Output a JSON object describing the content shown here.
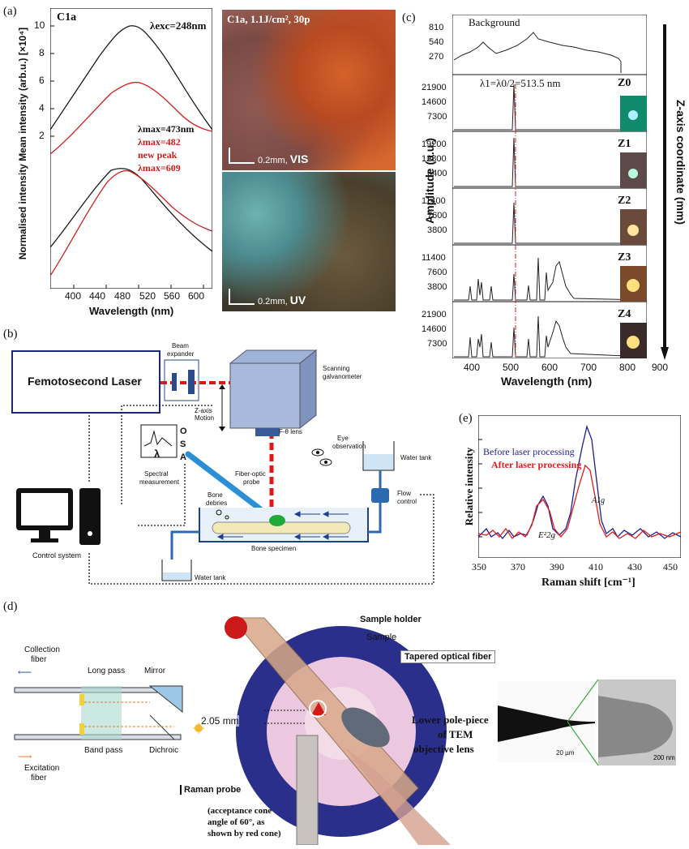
{
  "panels": {
    "a": {
      "letter": "(a)",
      "sample_label": "C1a",
      "lambda_exc": "λexc=248nm",
      "y_label": "Normalised intensity Mean intensity (arb.u.) [×10⁴]",
      "x_label": "Wavelength (nm)",
      "y_ticks": [
        "10",
        "8",
        "6",
        "4",
        "2"
      ],
      "x_ticks": [
        "400",
        "440",
        "480",
        "520",
        "560",
        "600"
      ],
      "annotations": {
        "black": "λmax=473nm",
        "red1": "λmax=482",
        "red2": "new peak",
        "red3": "λmax=609"
      },
      "micro_vis": {
        "title": "C1a, 1.1J/cm², 30p",
        "scale": "0.2mm,",
        "mode": "VIS"
      },
      "micro_uv": {
        "scale": "0.2mm,",
        "mode": "UV"
      }
    },
    "b": {
      "letter": "(b)",
      "laser": "Femotosecond Laser",
      "beam_expander": [
        "Beam",
        "expander"
      ],
      "galvo": [
        "Scanning",
        "galvanometer"
      ],
      "z_motion": [
        "Z-axis",
        "Motion"
      ],
      "f_lens": "F-θ lens",
      "osa": [
        "O",
        "S",
        "A"
      ],
      "lambda": "λ",
      "spectral": [
        "Spectral",
        "measurement"
      ],
      "fiber_probe": [
        "Fiber-optic",
        "probe"
      ],
      "eye": [
        "Eye",
        "observation"
      ],
      "water_tank_top": "Water tank",
      "flow_control": [
        "Flow",
        "control"
      ],
      "bone_debris": [
        "Bone",
        "debries"
      ],
      "bone_specimen": "Bone specimen",
      "control_system": "Control system",
      "water_tank_bottom": "Water tank"
    },
    "c": {
      "letter": "(c)",
      "background_label": "Background",
      "lambda_label": "λ1=λ0/2=513.5 nm",
      "y_label": "Amplitude (a.u.)",
      "x_label": "Wavelength (nm)",
      "z_axis_label": "Z-axis coordinate (mm)",
      "x_ticks": [
        "400",
        "500",
        "600",
        "700",
        "800",
        "900"
      ],
      "rows": [
        {
          "label": "",
          "ticks": [
            "810",
            "540",
            "270"
          ]
        },
        {
          "label": "Z0",
          "ticks": [
            "21900",
            "14600",
            "7300"
          ]
        },
        {
          "label": "Z1",
          "ticks": [
            "19200",
            "12800",
            "6400"
          ]
        },
        {
          "label": "Z2",
          "ticks": [
            "11400",
            "7600",
            "3800"
          ]
        },
        {
          "label": "Z3",
          "ticks": [
            "11400",
            "7600",
            "3800"
          ]
        },
        {
          "label": "Z4",
          "ticks": [
            "21900",
            "14600",
            "7300"
          ]
        }
      ]
    },
    "d": {
      "letter": "(d)",
      "collection_fiber": [
        "Collection",
        "fiber"
      ],
      "excitation_fiber": [
        "Excitation",
        "fiber"
      ],
      "long_pass": "Long pass",
      "mirror": "Mirror",
      "band_pass": "Band pass",
      "dichroic": "Dichroic",
      "raman_probe": "Raman probe",
      "acceptance": [
        "(acceptance cone",
        "angle of 60°, as",
        "shown by red cone)"
      ],
      "sample_holder": "Sample holder",
      "sample": "Sample",
      "tapered_fiber": "Tapered optical fiber",
      "gap": "2.05 mm",
      "pole_piece": [
        "Lower pole-piece",
        "of TEM",
        "objective lens"
      ],
      "scale_left": "20 µm",
      "scale_right": "200 nm"
    },
    "e": {
      "letter": "(e)",
      "legend_before": "Before laser processing",
      "legend_after": "After laser processing",
      "y_label": "Relative intensity",
      "x_label": "Raman shift [cm⁻¹]",
      "x_ticks": [
        "350",
        "370",
        "390",
        "410",
        "430",
        "450"
      ],
      "peak_e2g": "E²2g",
      "peak_a1g": "A1g"
    }
  },
  "colors": {
    "black_curve": "#1a1a1a",
    "red_curve": "#cc1f1f",
    "before_curve": "#1f1f8f",
    "after_curve": "#dd1f1f",
    "laser_beam": "#e01818",
    "navy_ring": "#2a2f8c"
  }
}
